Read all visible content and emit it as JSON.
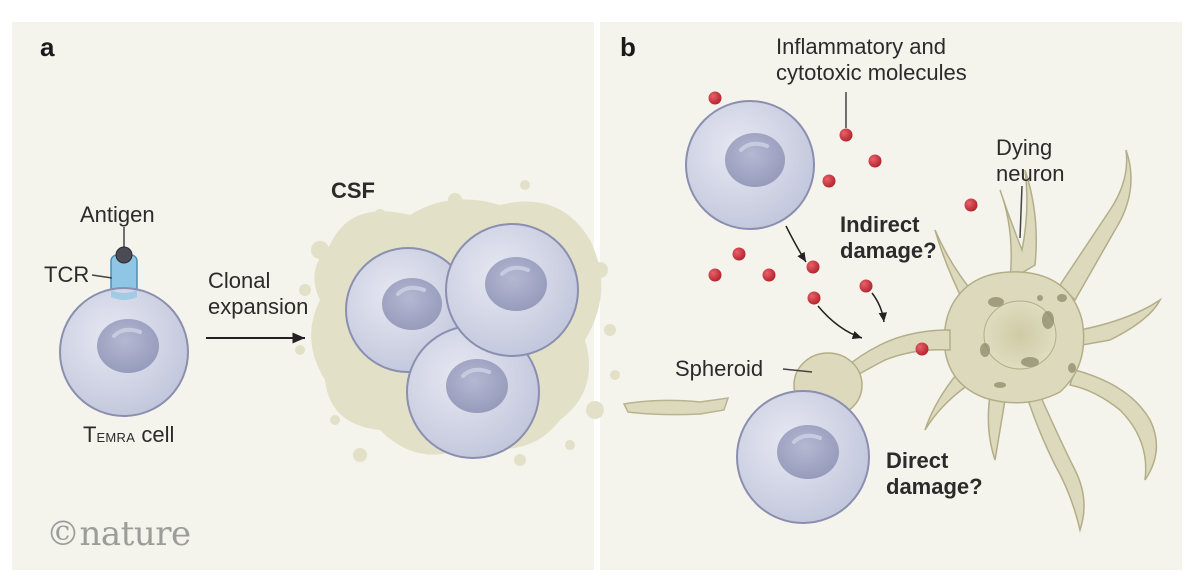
{
  "panels": {
    "a": "a",
    "b": "b"
  },
  "labels": {
    "antigen": "Antigen",
    "tcr": "TCR",
    "clonal_expansion_line1": "Clonal",
    "clonal_expansion_line2": "expansion",
    "csf": "CSF",
    "temra_T": "T",
    "temra_sub": "EMRA",
    "temra_cell": " cell",
    "inflammatory_line1": "Inflammatory and",
    "inflammatory_line2": "cytotoxic molecules",
    "dying_line1": "Dying",
    "dying_line2": "neuron",
    "indirect_line1": "Indirect",
    "indirect_line2": "damage?",
    "spheroid": "Spheroid",
    "direct_line1": "Direct",
    "direct_line2": "damage?"
  },
  "logo": "©nature",
  "colors": {
    "background": "#f4f3ec",
    "cell_fill": "#d5d8e6",
    "cell_edge": "#8a8fb0",
    "nucleus": "#9ea3c2",
    "csf_stain": "#e3e0c8",
    "neuron": "#ddd9bd",
    "neuron_dark": "#b8b48f",
    "molecule": "#c8333c",
    "tcr": "#8fc6e6"
  }
}
